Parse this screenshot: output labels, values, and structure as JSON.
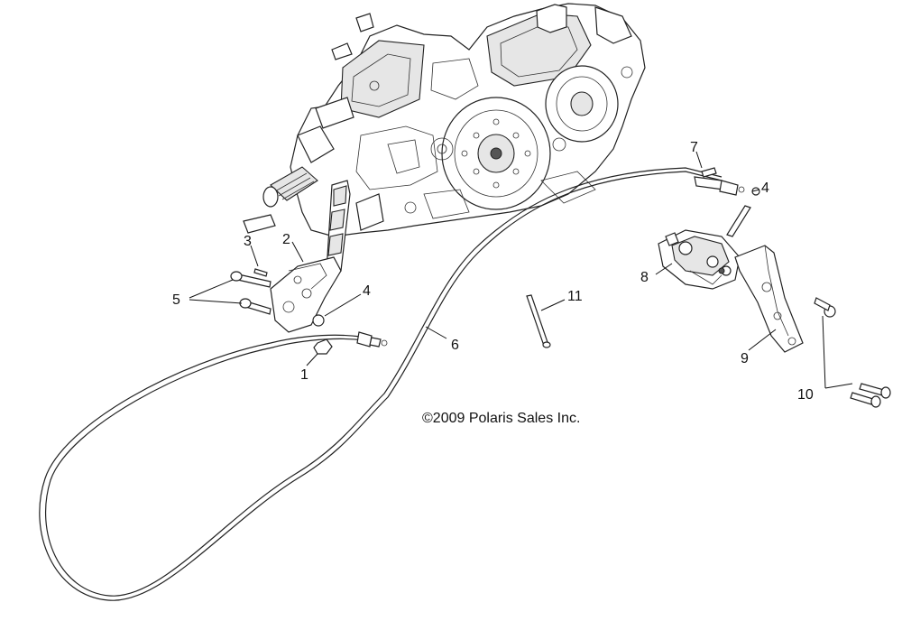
{
  "copyright": "©2009 Polaris Sales Inc.",
  "callouts": {
    "c1": "1",
    "c2": "2",
    "c3": "3",
    "c4a": "4",
    "c4b": "4",
    "c5": "5",
    "c6": "6",
    "c7": "7",
    "c8": "8",
    "c9": "9",
    "c10": "10",
    "c11": "11"
  },
  "parts": [
    {
      "callout": "1",
      "item": "nut"
    },
    {
      "callout": "2",
      "item": "shift-lever"
    },
    {
      "callout": "3",
      "item": "bolt"
    },
    {
      "callout": "4",
      "item": "clip"
    },
    {
      "callout": "5",
      "item": "bolts"
    },
    {
      "callout": "6",
      "item": "shift-cable"
    },
    {
      "callout": "7",
      "item": "pin"
    },
    {
      "callout": "8",
      "item": "shift-bellcrank"
    },
    {
      "callout": "9",
      "item": "bracket"
    },
    {
      "callout": "10",
      "item": "bolts"
    },
    {
      "callout": "11",
      "item": "pin"
    }
  ]
}
